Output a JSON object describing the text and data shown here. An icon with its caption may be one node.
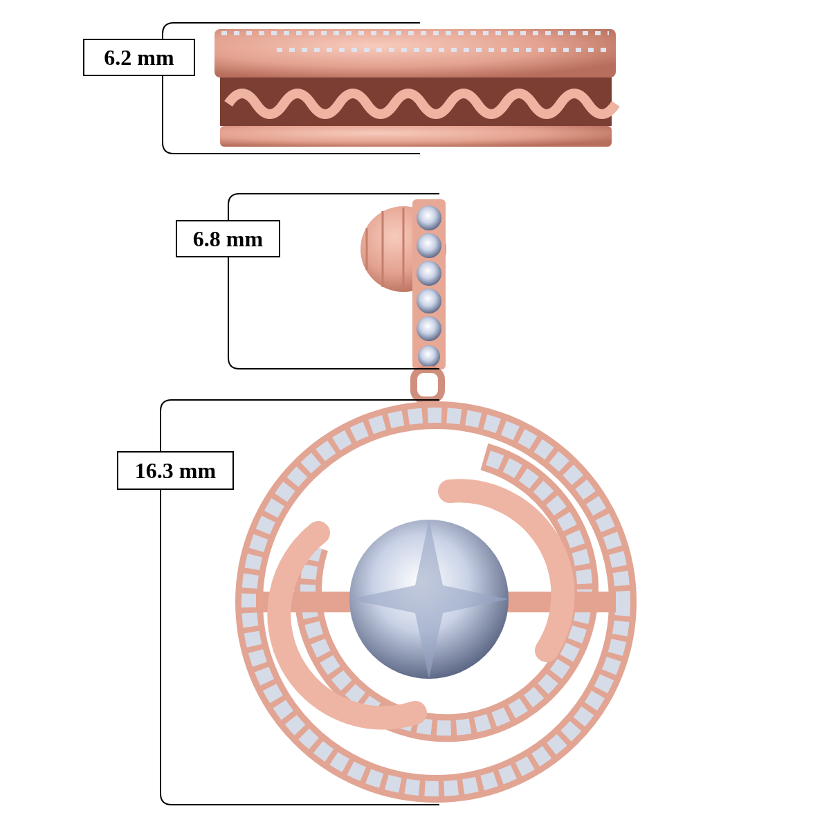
{
  "diagram": {
    "labels": [
      "6.2 mm",
      "6.8 mm",
      "16.3 mm"
    ]
  }
}
